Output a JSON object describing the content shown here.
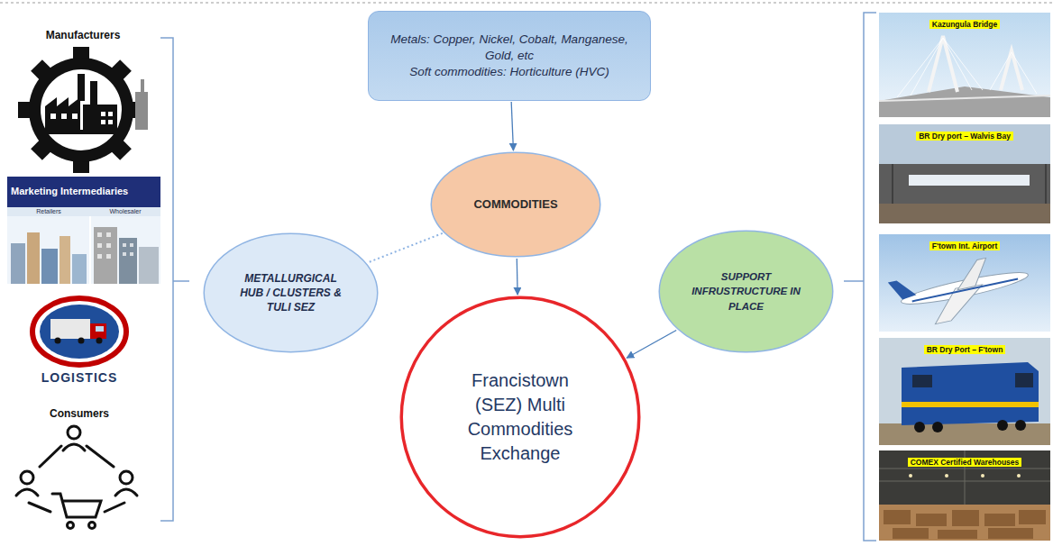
{
  "diagram": {
    "nodes": [
      {
        "text": [
          "Metals: Copper, Nickel, Cobalt, Manganese, Gold, etc",
          "Soft commodities: Horticulture (HVC)"
        ]
      },
      {
        "text": [
          "COMMODITIES"
        ]
      },
      {
        "text": [
          "METALLURGICAL HUB / CLUSTERS & TULI SEZ"
        ]
      },
      {
        "text": [
          "Francistown (SEZ) Multi Commodities Exchange"
        ]
      },
      {
        "text": [
          "SUPPORT INFRUSTRUCTURE IN PLACE"
        ]
      }
    ],
    "edges": [
      {
        "from": 0,
        "to": 1,
        "arrow": "to"
      },
      {
        "from": 1,
        "to": 3,
        "arrow": "to"
      },
      {
        "from": 1,
        "to": 2,
        "arrow": "none"
      },
      {
        "from": 4,
        "to": 3,
        "arrow": "to"
      }
    ],
    "labels": [
      "Manufacturers",
      "Marketing Intermediaries",
      "Retailers",
      "Wholesaler",
      "LOGISTICS",
      "Consumers",
      "Kazungula Bridge",
      "BR Dry port – Walvis Bay",
      "F'town Int. Airport",
      "BR Dry Port – F'town",
      "COMEX Certified Warehouses"
    ]
  }
}
